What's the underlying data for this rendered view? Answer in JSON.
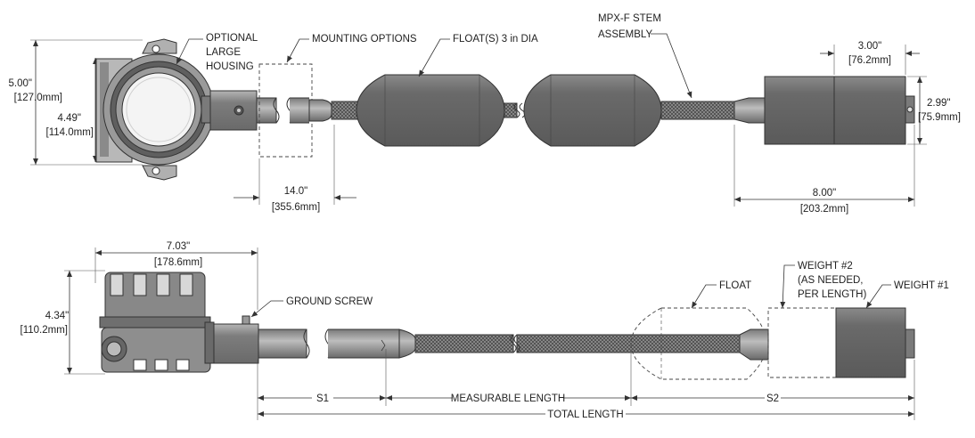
{
  "colors": {
    "line": "#333333",
    "body_gray": "#7f7f7f",
    "float_gray": "#8c8c8c",
    "dark": "#3a3a3a",
    "housing_gray": "#9a9a9a"
  },
  "top_view": {
    "labels": {
      "optional_housing": [
        "OPTIONAL",
        "LARGE",
        "HOUSING"
      ],
      "mounting_options": "MOUNTING OPTIONS",
      "floats": "FLOAT(S) 3 in DIA",
      "stem_assembly": [
        "MPX-F STEM",
        "ASSEMBLY"
      ]
    },
    "dimensions": {
      "housing_height_in": "5.00\"",
      "housing_height_mm": "[127.0mm]",
      "housing_inner_in": "4.49\"",
      "housing_inner_mm": "[114.0mm]",
      "mount_length_in": "14.0\"",
      "mount_length_mm": "[355.6mm]",
      "weight_dia_in": "3.00\"",
      "weight_dia_mm": "[76.2mm]",
      "weight_len_in": "2.99\"",
      "weight_len_mm": "[75.9mm]",
      "bottom_len_in": "8.00\"",
      "bottom_len_mm": "[203.2mm]"
    }
  },
  "bottom_view": {
    "labels": {
      "ground_screw": "GROUND SCREW",
      "float": "FLOAT",
      "weight2": [
        "WEIGHT #2",
        "(AS NEEDED,",
        "PER LENGTH)"
      ],
      "weight1": "WEIGHT #1"
    },
    "dimensions": {
      "housing_width_in": "7.03\"",
      "housing_width_mm": "[178.6mm]",
      "housing_height_in": "4.34\"",
      "housing_height_mm": "[110.2mm]",
      "s1": "S1",
      "measurable": "MEASURABLE LENGTH",
      "s2": "S2",
      "total": "TOTAL LENGTH"
    }
  }
}
